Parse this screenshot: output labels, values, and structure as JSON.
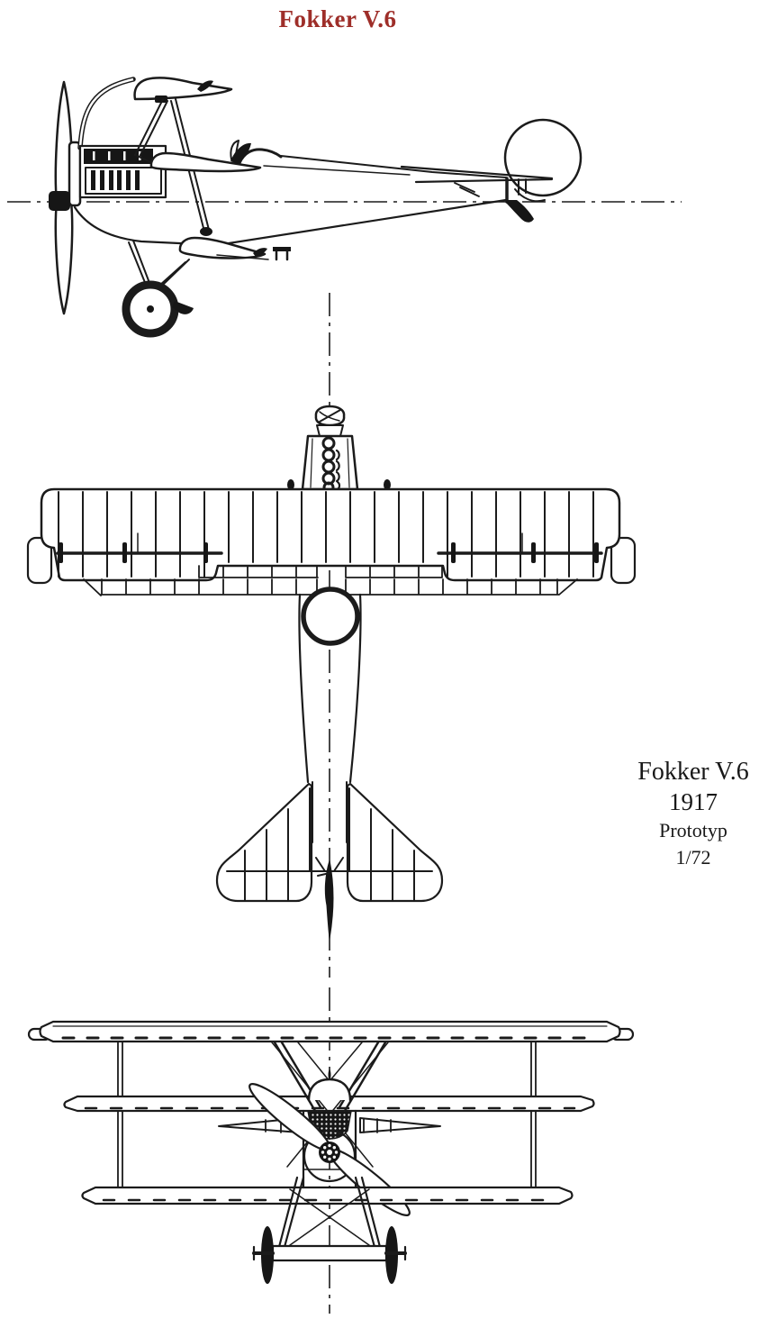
{
  "page": {
    "background_color": "#ffffff",
    "ink_color": "#1b1b1b"
  },
  "header": {
    "title": "Fokker V.6",
    "title_color": "#9e2e29"
  },
  "info_block": {
    "aircraft_name": "Fokker V.6",
    "year": "1917",
    "variant": "Prototyp",
    "scale": "1/72"
  }
}
